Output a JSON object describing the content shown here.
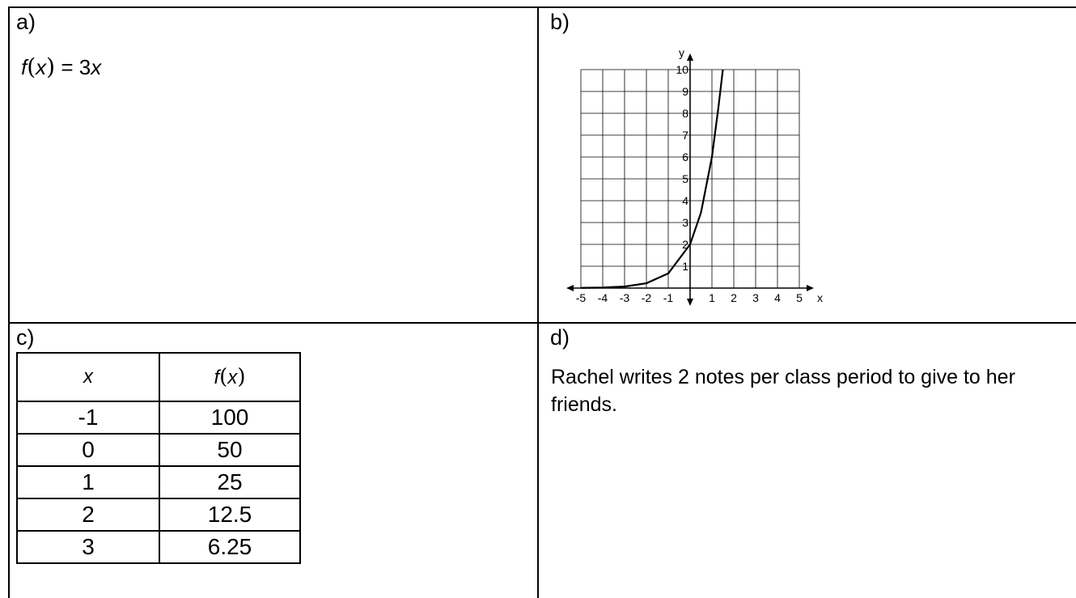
{
  "cells": {
    "a": {
      "label": "a)"
    },
    "b": {
      "label": "b)"
    },
    "c": {
      "label": "c)"
    },
    "d": {
      "label": "d)"
    }
  },
  "formula_a": {
    "fn": "f",
    "open": "(",
    "var": "x",
    "close": ")",
    "equals": " = 3",
    "rhs_var": "x"
  },
  "table_c": {
    "header_x": "x",
    "header_fx_fn": "f",
    "header_fx_open": "(",
    "header_fx_var": "x",
    "header_fx_close": ")",
    "rows": [
      {
        "x": "-1",
        "fx": "100"
      },
      {
        "x": "0",
        "fx": "50"
      },
      {
        "x": "1",
        "fx": "25"
      },
      {
        "x": "2",
        "fx": "12.5"
      },
      {
        "x": "3",
        "fx": "6.25"
      }
    ]
  },
  "story_d": {
    "text": "Rachel writes 2 notes per class period to give to her friends."
  },
  "chart_data": {
    "type": "line",
    "title": "",
    "xlabel": "x",
    "ylabel": "y",
    "xlim": [
      -5,
      5
    ],
    "ylim": [
      0,
      10
    ],
    "grid": true,
    "x_ticks": [
      "-5",
      "-4",
      "-3",
      "-2",
      "-1",
      "1",
      "2",
      "3",
      "4",
      "5"
    ],
    "y_ticks": [
      "1",
      "2",
      "3",
      "4",
      "5",
      "6",
      "7",
      "8",
      "9",
      "10"
    ],
    "series": [
      {
        "x": [
          -5,
          -4,
          -3,
          -2,
          -1,
          0,
          0.5,
          1,
          1.3,
          1.5
        ],
        "y": [
          0.008,
          0.025,
          0.07,
          0.22,
          0.67,
          2,
          3.46,
          6,
          8.3,
          10
        ]
      }
    ]
  }
}
